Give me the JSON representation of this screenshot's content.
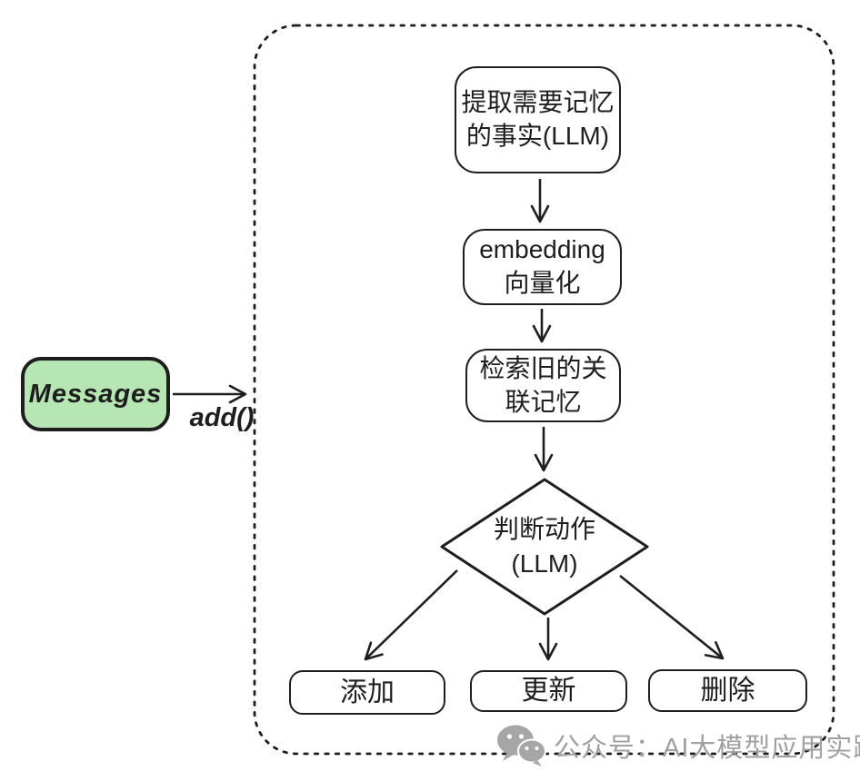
{
  "colors": {
    "stroke": "#1e1e1e",
    "messages_fill": "#b5e6b3",
    "watermark_gray": "#a0a0a0"
  },
  "nodes": {
    "messages": "Messages",
    "extract": "提取需要记忆\n的事实(LLM)",
    "embedding": "embedding\n向量化",
    "retrieve": "检索旧的关\n联记忆",
    "decision": "判断动作\n(LLM)",
    "action_add": "添加",
    "action_update": "更新",
    "action_delete": "删除"
  },
  "labels": {
    "add_call": "add()"
  },
  "watermark": {
    "icon": "wechat-icon",
    "text": "公众号：AI大模型应用实践"
  }
}
